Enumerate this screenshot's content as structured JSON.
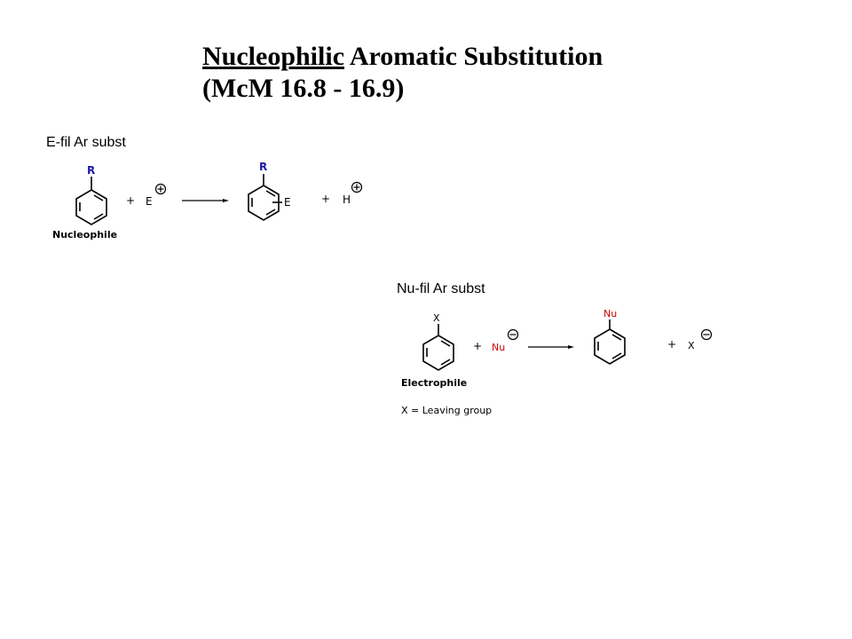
{
  "title": {
    "line1_underlined": "Nucleophilic",
    "line1_rest": " Aromatic Substitution",
    "line2": "(McM 16.8 - 16.9)"
  },
  "efil": {
    "label": "E-fil Ar subst",
    "substituent": "R",
    "reactant_caption": "Nucleophile",
    "plus_1": "+",
    "reagent": "E",
    "product_substituent_top": "R",
    "product_substituent_side": "E",
    "plus_2": "+",
    "byproduct": "H"
  },
  "nufil": {
    "label": "Nu-fil Ar subst",
    "substituent": "X",
    "reactant_caption": "Electrophile",
    "plus_1": "+",
    "reagent": "Nu",
    "product_substituent": "Nu",
    "plus_2": "+",
    "byproduct": "X",
    "footnote": "X = Leaving group"
  },
  "colors": {
    "text": "#000000",
    "blue_label": "#1a1aa8",
    "red_label": "#cc0000"
  }
}
